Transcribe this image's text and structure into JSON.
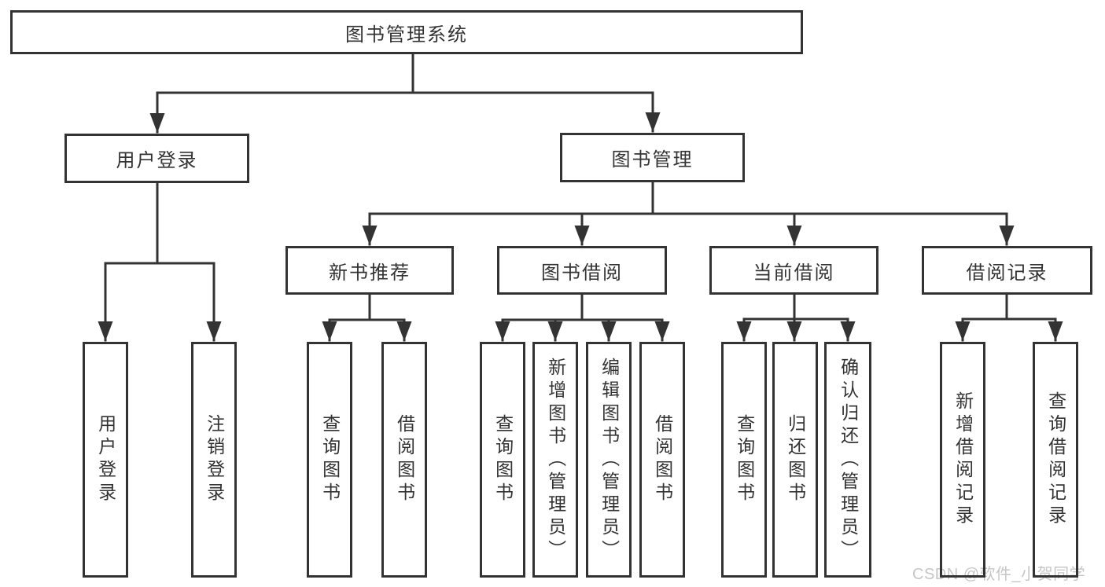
{
  "tree": {
    "root": {
      "label": "图书管理系统",
      "children": [
        {
          "label": "用户登录",
          "children": [
            {
              "label": "用户登录"
            },
            {
              "label": "注销登录"
            }
          ]
        },
        {
          "label": "图书管理",
          "children": [
            {
              "label": "新书推荐",
              "children": [
                {
                  "label": "查询图书"
                },
                {
                  "label": "借阅图书"
                }
              ]
            },
            {
              "label": "图书借阅",
              "children": [
                {
                  "label": "查询图书"
                },
                {
                  "label": "新增图书（管理员）"
                },
                {
                  "label": "编辑图书（管理员）"
                },
                {
                  "label": "借阅图书"
                }
              ]
            },
            {
              "label": "当前借阅",
              "children": [
                {
                  "label": "查询图书"
                },
                {
                  "label": "归还图书"
                },
                {
                  "label": "确认归还（管理员）"
                }
              ]
            },
            {
              "label": "借阅记录",
              "children": [
                {
                  "label": "新增借阅记录"
                },
                {
                  "label": "查询借阅记录"
                }
              ]
            }
          ]
        }
      ]
    }
  },
  "watermark": {
    "text": "CSDN @软件_小贺同学"
  },
  "colors": {
    "line": "#333333",
    "text": "#333333",
    "box_background": "#ffffff",
    "watermark": "#c6c6c6",
    "background": "#ffffff"
  }
}
